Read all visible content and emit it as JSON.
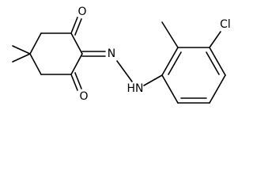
{
  "molecule": {
    "atom_labels": {
      "oxygen_top": "O",
      "oxygen_bottom": "O",
      "nitrogen_imine": "N",
      "nitrogen_amine": "HN",
      "chlorine": "Cl"
    },
    "colors": {
      "bond": "#000000",
      "label": "#000000",
      "background": "#ffffff"
    }
  }
}
